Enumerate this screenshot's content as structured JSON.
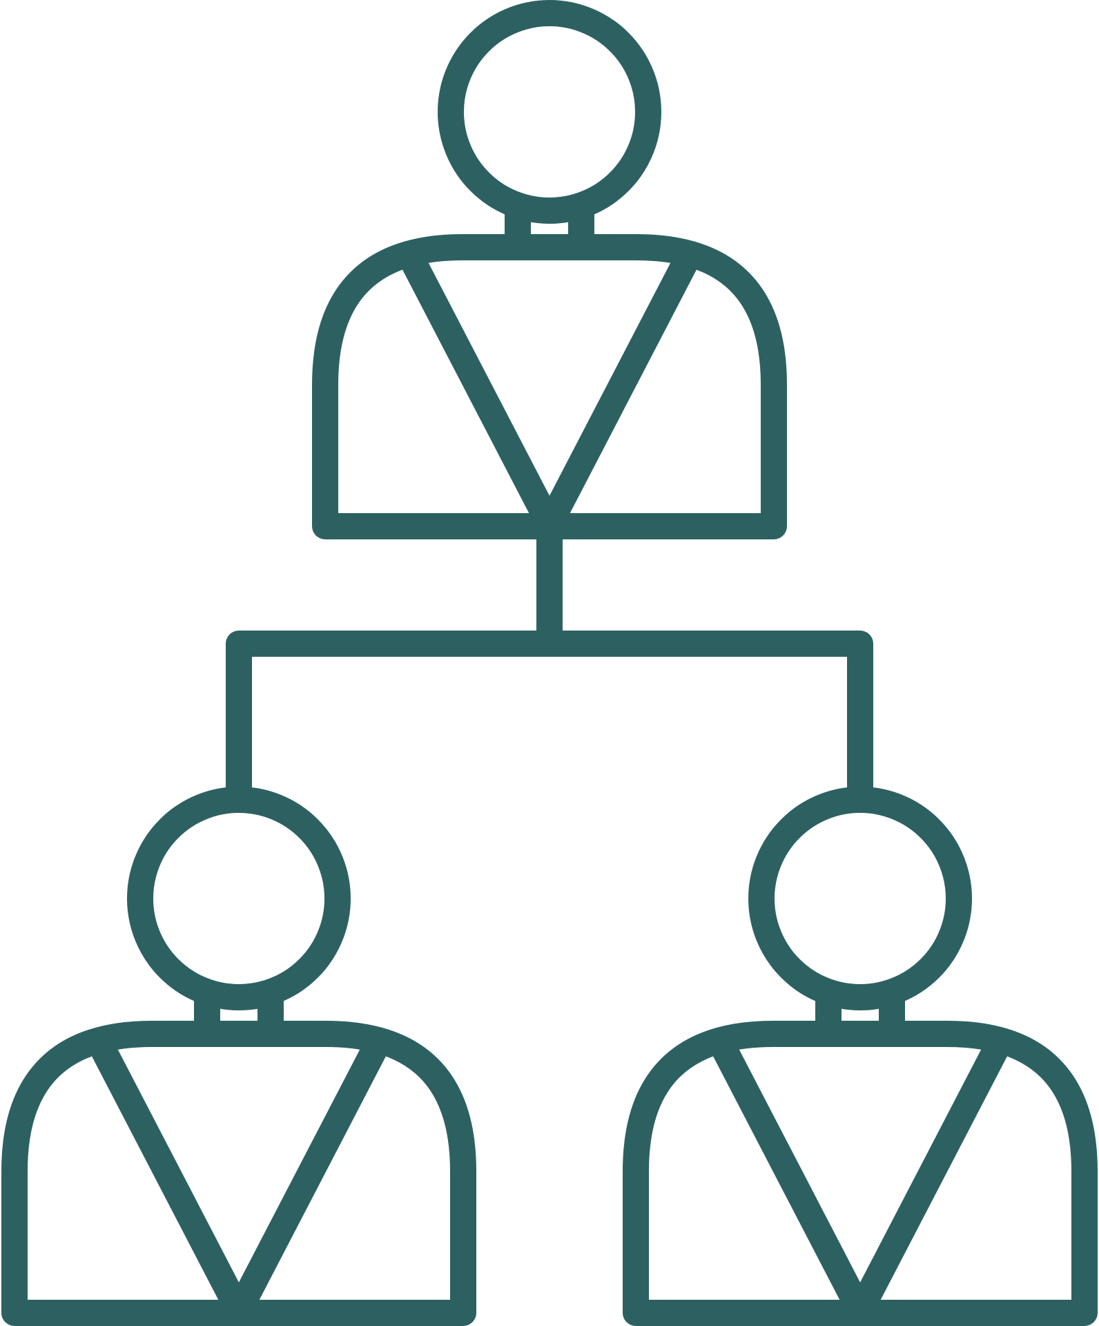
{
  "icon": {
    "name": "org-chart-hierarchy-icon",
    "stroke_color": "#2d6161",
    "background_color": "#ffffff",
    "people": [
      {
        "role": "top",
        "icon": "person-icon"
      },
      {
        "role": "bottom-left",
        "icon": "person-icon"
      },
      {
        "role": "bottom-right",
        "icon": "person-icon"
      }
    ],
    "connector_icon": "branch-connector"
  }
}
